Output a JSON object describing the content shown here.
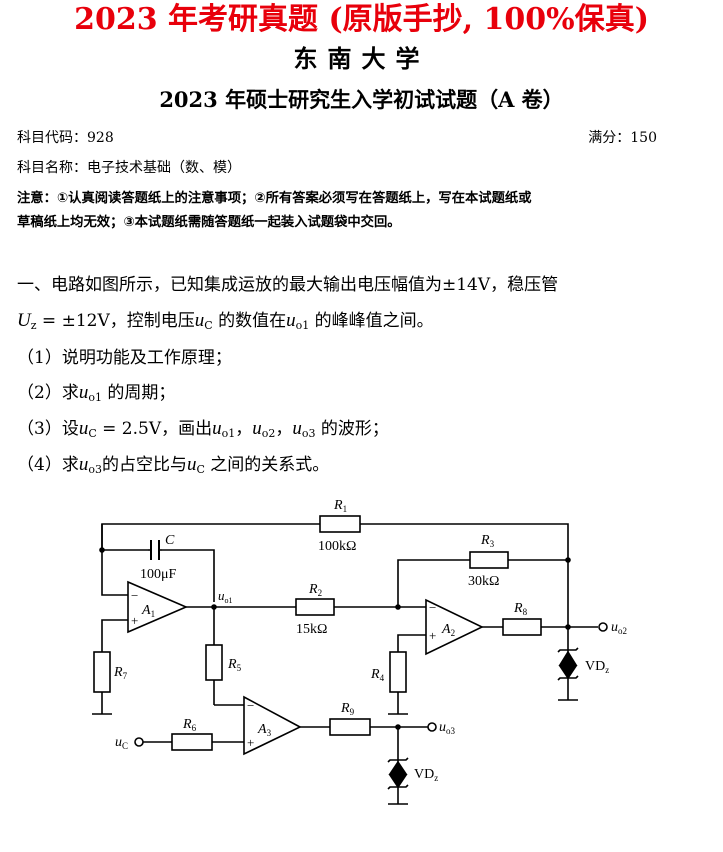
{
  "banner": "2023 年考研真题 (原版手抄, 100%保真)",
  "university": "东南大学",
  "exam_title": "2023 年硕士研究生入学初试试题（A 卷）",
  "subject_code": "科目代码：928",
  "full_score": "满分：150",
  "subject_name": "科目名称：电子技术基础（数、模）",
  "notice": {
    "line1": "注意：①认真阅读答题纸上的注意事项；②所有答案必须写在答题纸上，写在本试题纸或",
    "line2": "草稿纸上均无效；③本试题纸需随答题纸一起装入试题袋中交回。"
  },
  "question": {
    "line1": "一、电路如图所示，已知集成运放的最大输出电压幅值为±14V，稳压管",
    "uz": "U",
    "uz_sub": "z",
    "line2_rest": " = ±12V，控制电压",
    "uc": "u",
    "uc_sub": "C",
    "line2_mid": " 的数值在",
    "uo1": "u",
    "uo1_sub": "o1",
    "line2_end": " 的峰峰值之间。",
    "item1": "（1）说明功能及工作原理；",
    "item2_a": "（2）求",
    "item2_b": " 的周期；",
    "item3_a": "（3）设",
    "item3_b": " = 2.5V，画出",
    "item3_c": "，",
    "item3_d": "，",
    "item3_e": " 的波形；",
    "item4_a": "（4）求",
    "item4_b": "的占空比与",
    "item4_c": " 之间的关系式。",
    "sub_o2": "o2",
    "sub_o3": "o3"
  },
  "circuit": {
    "R1": "R",
    "R1_sub": "1",
    "R1_val": "100kΩ",
    "C": "C",
    "C_val": "100μF",
    "R2": "R",
    "R2_sub": "2",
    "R2_val": "15kΩ",
    "R3": "R",
    "R3_sub": "3",
    "R3_val": "30kΩ",
    "R4": "R",
    "R4_sub": "4",
    "R5": "R",
    "R5_sub": "5",
    "R6": "R",
    "R6_sub": "6",
    "R7": "R",
    "R7_sub": "7",
    "R8": "R",
    "R8_sub": "8",
    "R9": "R",
    "R9_sub": "9",
    "A1": "A",
    "A1_sub": "1",
    "A2": "A",
    "A2_sub": "2",
    "A3": "A",
    "A3_sub": "3",
    "uo1": "u",
    "uo1_sub": "o1",
    "uo2": "u",
    "uo2_sub": "o2",
    "uo3": "u",
    "uo3_sub": "o3",
    "uC": "u",
    "uC_sub": "C",
    "VD": "VD",
    "VD_sub": "z",
    "minus": "−",
    "plus": "+"
  }
}
